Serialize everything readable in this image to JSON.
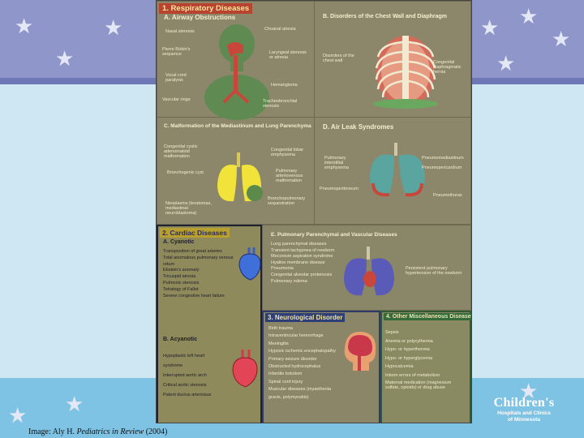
{
  "slide": {
    "caption_prefix": "Image: Aly H.",
    "caption_journal": "Pediatrics in Review",
    "caption_year": "(2004)",
    "logo_name": "Children's",
    "logo_line1": "Hospitals and Clinics",
    "logo_line2": "of Minnesota",
    "colors": {
      "top_band": "#8f96c9",
      "mid_band": "#cfe6f3",
      "bottom_band": "#7fc3e4",
      "star": "#e4e7f5"
    }
  },
  "poster": {
    "respiratory": {
      "title": "1. Respiratory Diseases",
      "a_title": "A. Airway Obstructions",
      "a_labels": [
        "Nasal stenosis",
        "Pierre Robin's sequence",
        "Vocal cord paralysis",
        "Vascular rings",
        "Choanal atresia",
        "Laryngeal stenosis or atresia",
        "Hemangioma",
        "Tracheobronchial stenosis"
      ],
      "b_title": "B. Disorders of the Chest Wall and Diaphragm",
      "b_labels": [
        "Disorders of the chest wall",
        "Congenital diaphragmatic hernia"
      ],
      "c_title": "C. Malformation of the Mediastinum and Lung Parenchyma",
      "c_labels": [
        "Congenital cystic adenomatoid malformation",
        "Congenital lobar emphysema",
        "Pulmonary arteriovenous malformation",
        "Bronchogenic cyst",
        "Bronchopulmonary sequestration",
        "Neoplasms (teratomas, mediastinal neuroblastoma)"
      ],
      "d_title": "D. Air Leak Syndromes",
      "d_labels": [
        "Pulmonary interstitial emphysema",
        "Pneumomediastinum",
        "Pneumopericardium",
        "Pneumoperitoneum",
        "Pneumothorax"
      ]
    },
    "cardiac": {
      "title": "2. Cardiac Diseases",
      "a_title": "A. Cyanotic",
      "a_items": [
        "Transposition of great arteries",
        "Total anomalous pulmonary venous return",
        "Ebstein's anomaly",
        "Tricuspid atresia",
        "Pulmonic stenosis",
        "Tetralogy of Fallot",
        "Severe congestive heart failure"
      ],
      "b_title": "B. Acyanotic",
      "b_items": [
        "Hypoplastic left heart syndrome",
        "Interrupted aortic arch",
        "Critical aortic stenosis",
        "Patent ductus arteriosus"
      ]
    },
    "pulmonary": {
      "title": "E. Pulmonary Parenchymal and Vascular Diseases",
      "items": [
        "Lung parenchymal diseases",
        "Transient tachypnea of newborn",
        "Meconium aspiration syndrome",
        "Hyaline membrane disease",
        "Pneumonia",
        "Congenital alveolar proteinosis",
        "Pulmonary edema"
      ],
      "side_label": "Persistent pulmonary hypertension of the newborn"
    },
    "neuro": {
      "title": "3. Neurological Disorder",
      "items": [
        "Birth trauma",
        "Intraventricular hemorrhage",
        "Meningitis",
        "Hypoxic ischemic encephalopathy",
        "Primary seizure disorder",
        "Obstructed hydrocephalus",
        "Infantile botulism",
        "Spinal cord injury",
        "Muscular diseases (myasthenia gravis, polymyositis)"
      ]
    },
    "misc": {
      "title": "4. Other Miscellaneous Diseases",
      "items": [
        "Sepsis",
        "Anemia or polycythemia",
        "Hypo- or hyperthermia",
        "Hypo- or hyperglycemia",
        "Hypocalcemia",
        "Inborn errors of metabolism",
        "Maternal medication (magnesium sulfate, opioids) or drug abuse"
      ]
    }
  }
}
